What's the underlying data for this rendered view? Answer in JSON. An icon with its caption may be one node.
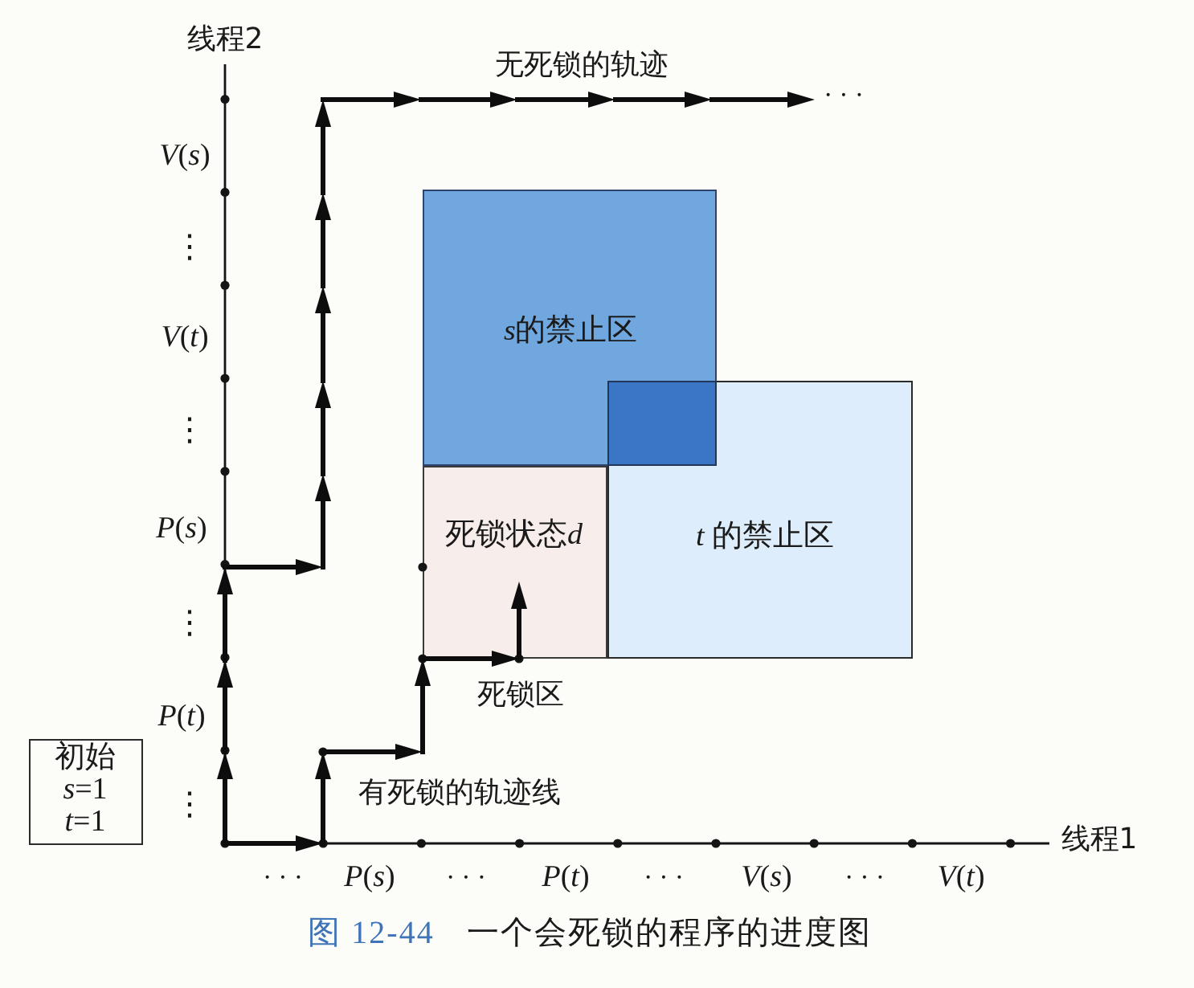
{
  "diagram": {
    "caption": "图 12-44 一个会死锁的程序的进度图",
    "nodes": [
      {
        "text": [
          "s的禁止区"
        ]
      },
      {
        "text": [
          "t 的禁止区"
        ]
      },
      {
        "text": [
          "死锁状态d"
        ],
        "beside": [
          "死锁区"
        ]
      },
      {
        "text": [
          "初始 *s*=1 *t*=1"
        ]
      }
    ],
    "labels": [
      "线程2",
      "无死锁的轨迹",
      "···",
      "*V*(*s*)",
      "⋮",
      "*V*(*t*)",
      "⋮",
      "*P*(*s*)",
      "⋮",
      "*P*(*t*)",
      "⋮",
      "有死锁的轨迹线",
      "线程1",
      "···",
      "*P*(*s*)",
      "···",
      "*P*(*t*)",
      "···",
      "*V*(*s*)",
      "···",
      "*V*(*t*)"
    ]
  }
}
